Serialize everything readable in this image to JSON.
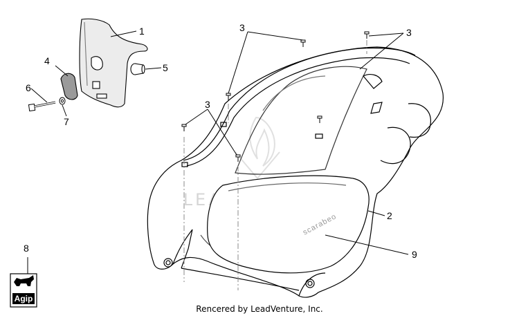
{
  "callouts": {
    "c1": "1",
    "c2": "2",
    "c3a": "3",
    "c3b": "3",
    "c3c": "3",
    "c4": "4",
    "c5": "5",
    "c6": "6",
    "c7": "7",
    "c8": "8",
    "c9": "9"
  },
  "watermark": "LEADVENTURE",
  "panel_brand": "scarabeo",
  "logo_text": "Agip",
  "credit": "Rencered by LeadVenture, Inc."
}
